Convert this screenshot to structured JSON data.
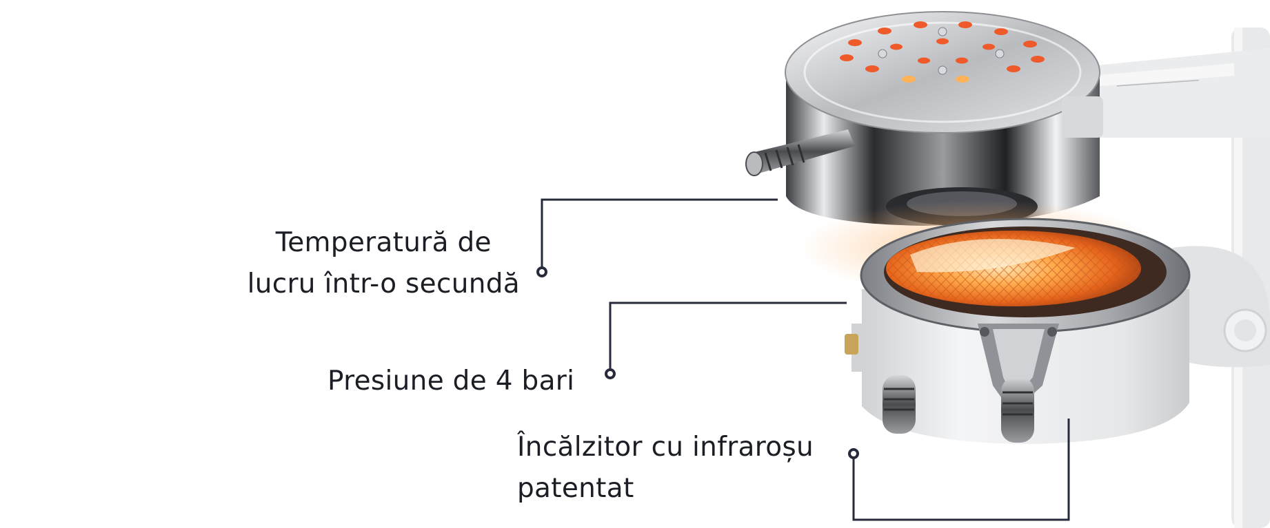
{
  "features": [
    {
      "lines": [
        "Temperatură de",
        "lucru într-o secundă"
      ]
    },
    {
      "lines": [
        "Presiune de 4 bari"
      ]
    },
    {
      "lines": [
        "Încălzitor cu infraroșu",
        "patentat"
      ]
    }
  ],
  "colors": {
    "text": "#1c1e26",
    "callout": "#262a3a",
    "chrome": "#8a8d92",
    "glow": "#ff8a2a",
    "housing": "#ecedee"
  }
}
